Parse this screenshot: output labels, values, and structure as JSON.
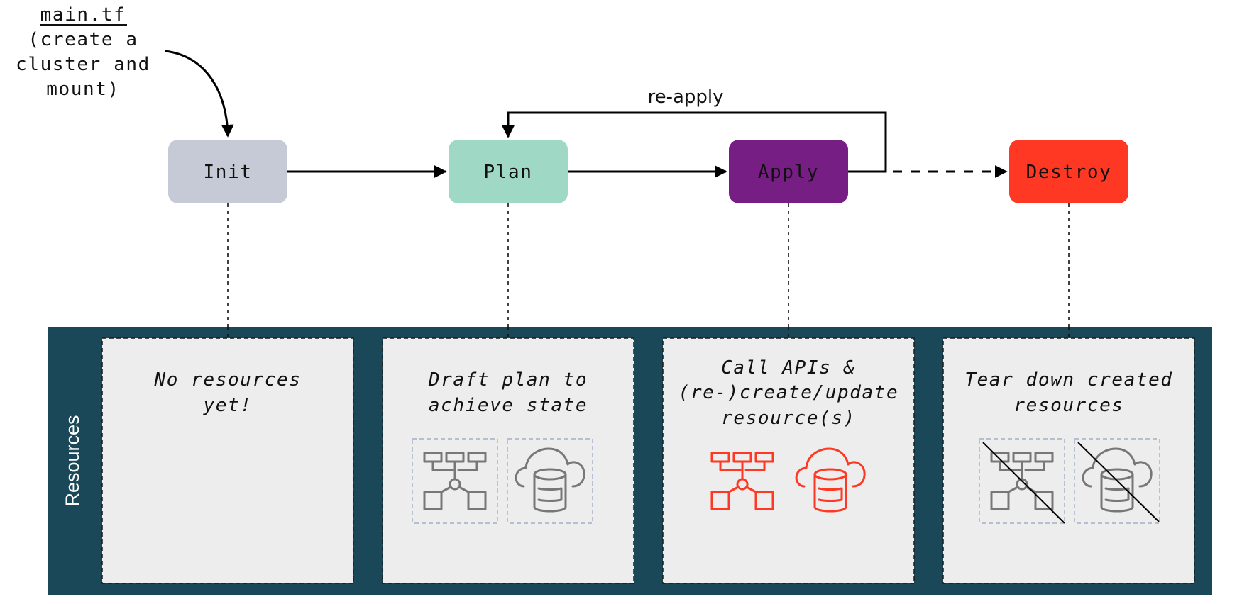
{
  "source": {
    "file_name": "main.tf",
    "description_lines": [
      "(create a",
      "cluster and",
      "mount)"
    ]
  },
  "stages": [
    {
      "id": "init",
      "label": "Init",
      "color": "#c5cad6",
      "text_color": "#111111"
    },
    {
      "id": "plan",
      "label": "Plan",
      "color": "#9fd8c4",
      "text_color": "#111111"
    },
    {
      "id": "apply",
      "label": "Apply",
      "color": "#761e83",
      "text_color": "#ffffff"
    },
    {
      "id": "destroy",
      "label": "Destroy",
      "color": "#ff3823",
      "text_color": "#111111"
    }
  ],
  "edges": {
    "loop_label": "re-apply",
    "init_to_plan": "solid",
    "plan_to_apply": "solid",
    "apply_to_plan": "loop",
    "apply_to_destroy": "dashed"
  },
  "resources_panel": {
    "label": "Resources",
    "color": "#1b4858",
    "cards": [
      {
        "stage": "init",
        "lines": [
          "No resources",
          "yet!"
        ],
        "icons": "none"
      },
      {
        "stage": "plan",
        "lines": [
          "Draft plan to",
          "achieve state"
        ],
        "icons": "planned",
        "icon_names": [
          "network-icon",
          "cloud-database-icon"
        ],
        "icon_color": "#777777"
      },
      {
        "stage": "apply",
        "lines": [
          "Call APIs &",
          "(re-)create/update",
          "resource(s)"
        ],
        "icons": "created",
        "icon_names": [
          "network-icon",
          "cloud-database-icon"
        ],
        "icon_color": "#ff3823"
      },
      {
        "stage": "destroy",
        "lines": [
          "Tear down created",
          "resources"
        ],
        "icons": "destroyed",
        "icon_names": [
          "network-icon",
          "cloud-database-icon"
        ],
        "icon_color": "#777777"
      }
    ]
  }
}
